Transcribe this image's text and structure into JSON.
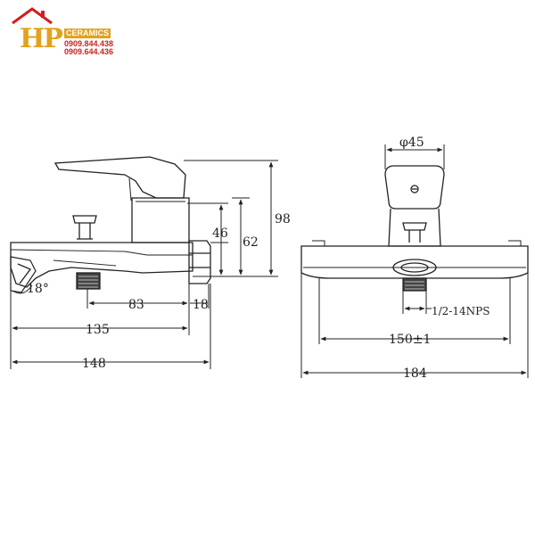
{
  "logo": {
    "initials": "HP",
    "name": "CERAMICS",
    "phones": [
      "0909.844.438",
      "0909.644.436"
    ]
  },
  "side_view": {
    "dimensions": {
      "overall_height": "98",
      "inlet_height": "62",
      "body_height": "46",
      "spout_angle": "18°",
      "spout_to_axis": "83",
      "nut_width": "18",
      "spout_reach": "135",
      "overall_length": "148"
    }
  },
  "front_view": {
    "dimensions": {
      "handle_diameter": "φ45",
      "thread": "1/2-14NPS",
      "centers": "150±1",
      "overall_width": "184"
    }
  }
}
